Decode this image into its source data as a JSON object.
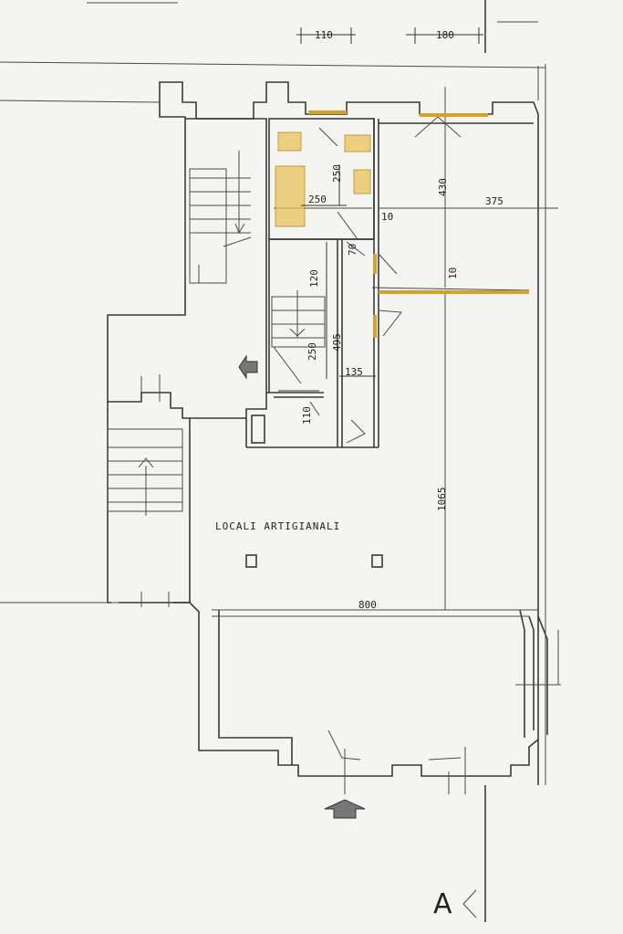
{
  "room_label": "LOCALI ARTIGIANALI",
  "section_label": "A",
  "colors": {
    "highlight": "#e9c35a",
    "lines": "#3a3a3a",
    "paper": "#f4f4f1"
  },
  "dimensions": {
    "top_110": "110",
    "top_180": "180",
    "d_250_vertical": "250",
    "d_250_horizontal": "250",
    "d_430": "430",
    "d_375": "375",
    "d_10_a": "10",
    "d_70": "70",
    "d_120": "120",
    "d_495": "495",
    "d_250_stair": "250",
    "d_10_b": "10",
    "d_135": "135",
    "d_110_mid": "110",
    "d_1065": "1065",
    "d_800": "800"
  }
}
